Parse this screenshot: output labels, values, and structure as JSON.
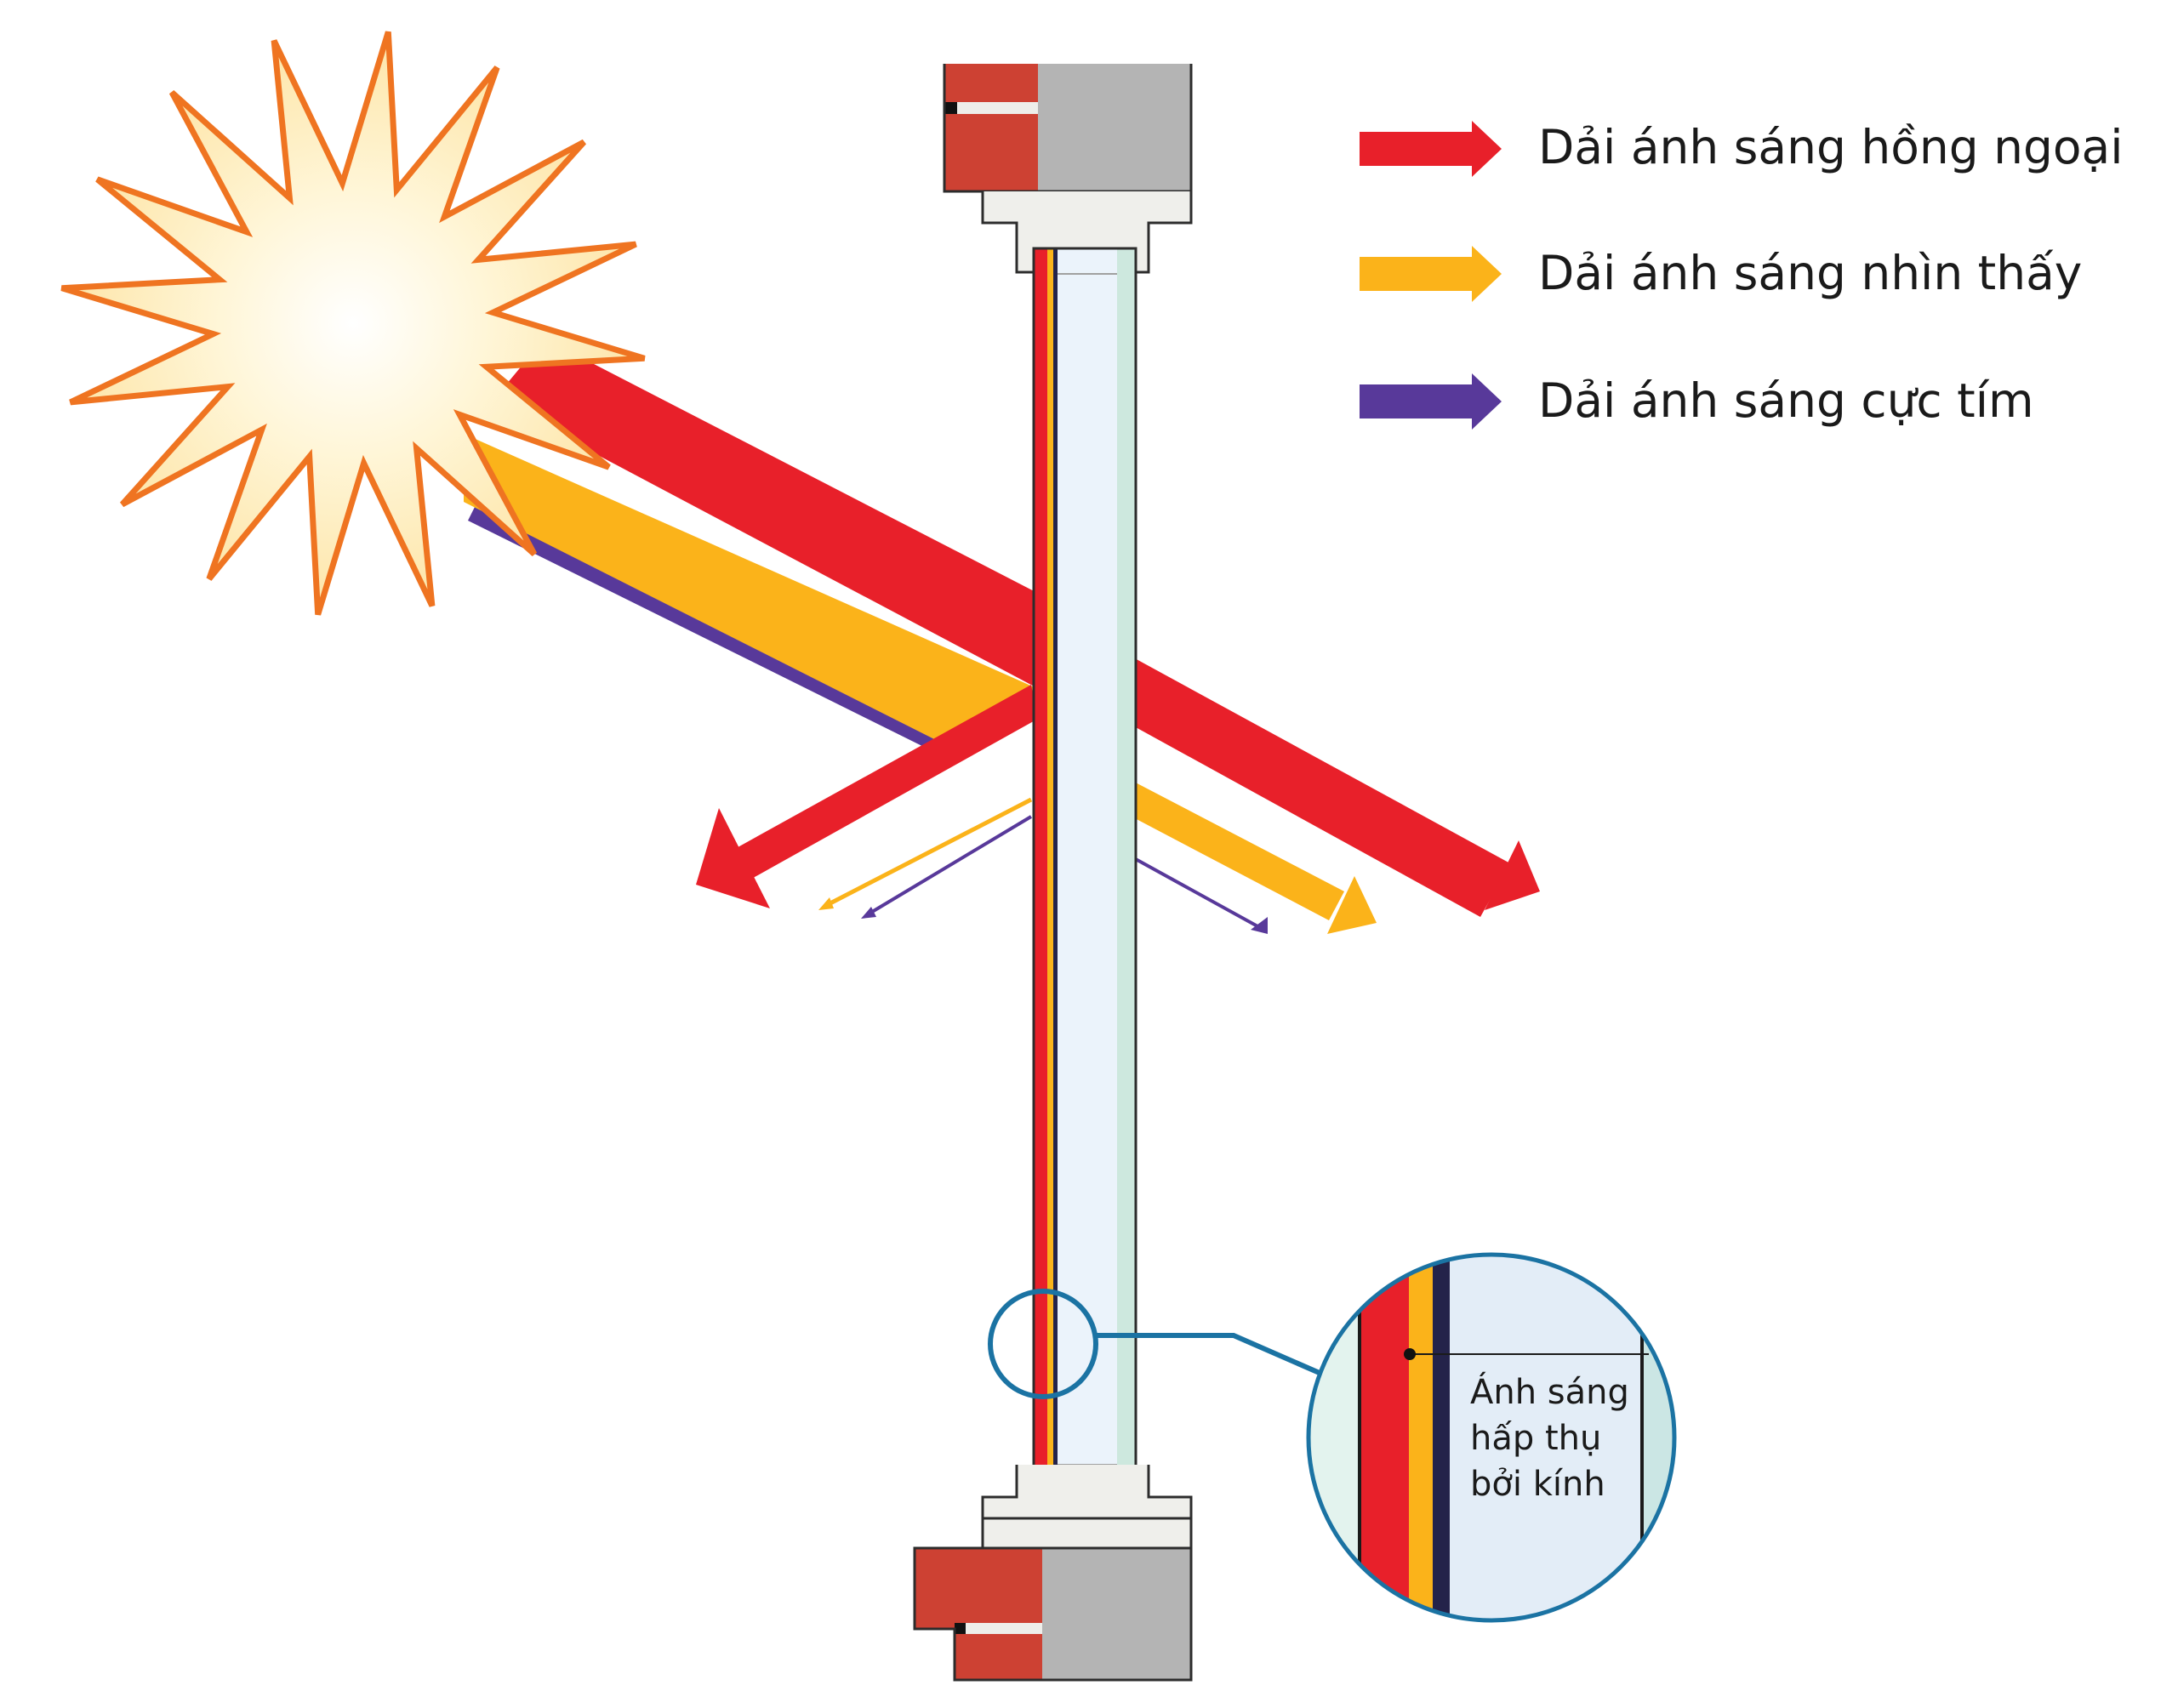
{
  "legend": {
    "infrared": "Dải ánh sáng hồng ngoại",
    "visible": "Dải ánh sáng nhìn thấy",
    "ultraviolet": "Dải ánh sáng cực tím"
  },
  "callout": {
    "line1": "Ánh sáng",
    "line2": "hấp thụ",
    "line3": "bởi kính"
  },
  "colors": {
    "infrared": "#e8202a",
    "visible": "#fbb31a",
    "ultraviolet": "#58399a",
    "sun_outline": "#ef7421",
    "frame_red": "#cd4133",
    "frame_gray": "#b4b4b4",
    "callout_blue": "#1b73a3"
  }
}
